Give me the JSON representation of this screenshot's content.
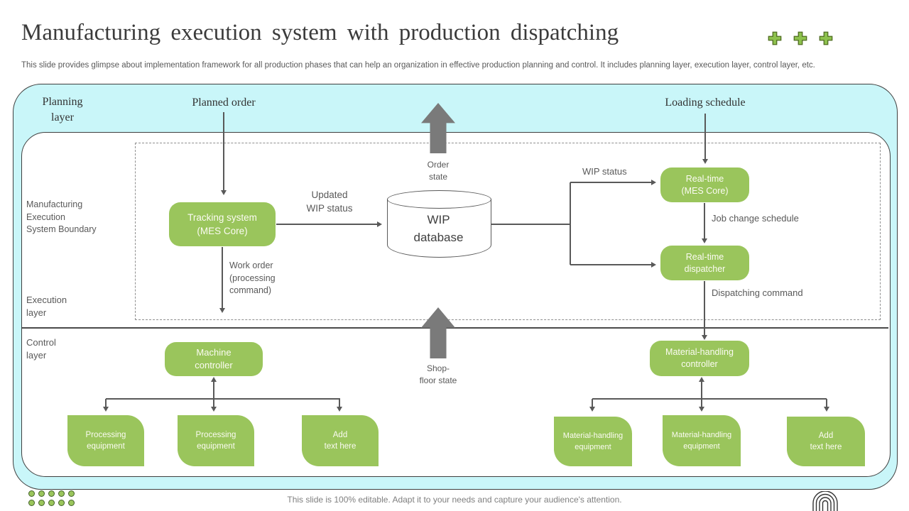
{
  "header": {
    "title": "Manufacturing execution system with production dispatching",
    "subtitle": "This slide provides glimpse about implementation framework for all production phases that can help an organization in effective production planning and control. It includes planning layer, execution layer, control layer, etc."
  },
  "colors": {
    "node_green": "#9ac55c",
    "band_cyan": "#c9f6f9",
    "line_gray": "#595959",
    "block_arrow_gray": "#7a7a7a",
    "plus_green": "#8dc14d",
    "plus_border": "#4e6b1f"
  },
  "diagram": {
    "labels": {
      "planning_layer": "Planning\nlayer",
      "planned_order": "Planned order",
      "loading_schedule": "Loading schedule",
      "boundary": "Manufacturing\nExecution\nSystem Boundary",
      "execution_layer": "Execution\nlayer",
      "control_layer": "Control\nlayer",
      "order_state": "Order\nstate",
      "updated_wip_status": "Updated\nWIP status",
      "wip_status": "WIP status",
      "job_change_schedule": "Job change schedule",
      "dispatching_command": "Dispatching command",
      "work_order": "Work order\n(processing\ncommand)",
      "shop_floor_state": "Shop-\nfloor state"
    },
    "nodes": {
      "tracking_system": "Tracking system\n(MES Core)",
      "wip_database": "WIP\ndatabase",
      "realtime_mes_core": "Real-time\n(MES Core)",
      "realtime_dispatcher": "Real-time\ndispatcher",
      "machine_controller": "Machine\ncontroller",
      "material_handling_controller": "Material-handling\ncontroller",
      "processing_equipment_1": "Processing\nequipment",
      "processing_equipment_2": "Processing\nequipment",
      "add_text_left": "Add\ntext here",
      "material_handling_equipment_1": "Material-handling\nequipment",
      "material_handling_equipment_2": "Material-handling\nequipment",
      "add_text_right": "Add\ntext here"
    }
  },
  "footer": {
    "note": "This slide is 100% editable. Adapt it to your needs and capture your audience's attention."
  }
}
